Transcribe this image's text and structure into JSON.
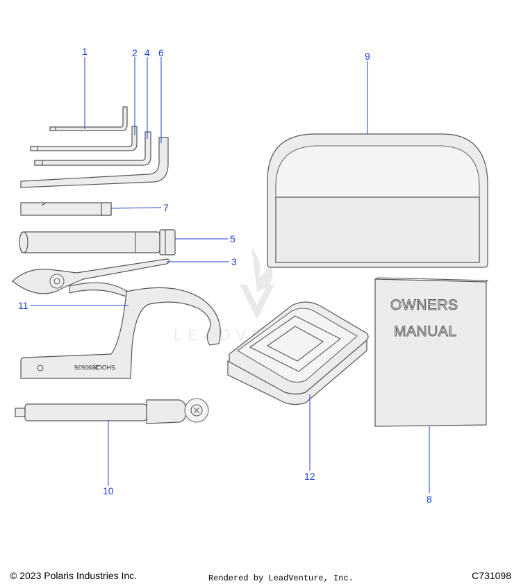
{
  "callouts": {
    "c1": "1",
    "c2": "2",
    "c3": "3",
    "c4": "4",
    "c5": "5",
    "c6": "6",
    "c7": "7",
    "c8": "8",
    "c9": "9",
    "c10": "10",
    "c11": "11",
    "c12": "12"
  },
  "parts_text": {
    "wrench_stamp_left": "2890636",
    "wrench_stamp_right": "SHOCK",
    "manual_line1": "OWNERS",
    "manual_line2": "MANUAL"
  },
  "watermark": "LEADVENTURE",
  "footer": {
    "copyright": "© 2023 Polaris Industries Inc.",
    "rendered_by": "Rendered by LeadVenture, Inc.",
    "diagram_id": "C731098"
  },
  "colors": {
    "callout": "#1a3fd0",
    "part_fill": "#ececec",
    "outline": "#555555"
  }
}
